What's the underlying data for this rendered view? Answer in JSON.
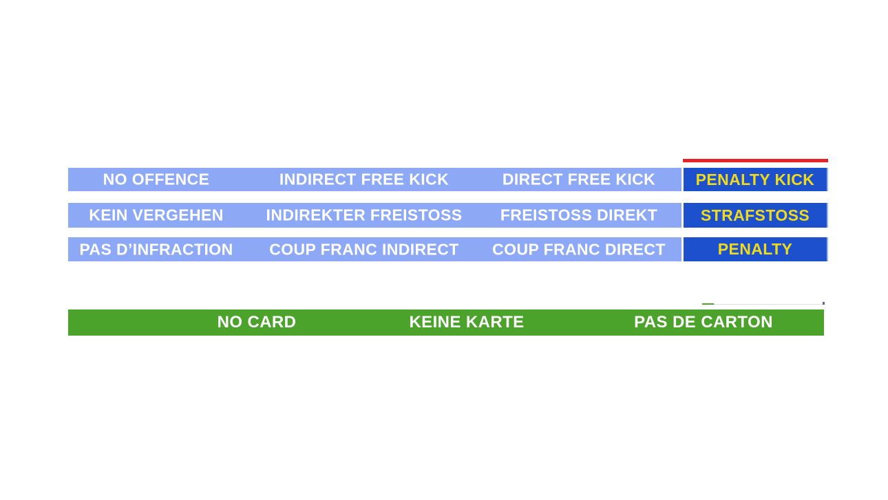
{
  "colors": {
    "light_blue": "#8DA8F5",
    "dark_blue": "#1D50CC",
    "yellow": "#EFDB1E",
    "green": "#4BA32B",
    "red": "#E8222C",
    "text_white": "#FFFFFF"
  },
  "offence_table": {
    "rows": [
      {
        "language": "english",
        "cells": [
          "NO OFFENCE",
          "INDIRECT FREE KICK",
          "DIRECT FREE KICK"
        ],
        "penalty": "PENALTY KICK"
      },
      {
        "language": "german",
        "cells": [
          "KEIN VERGEHEN",
          "INDIREKTER FREISTOSS",
          "FREISTOSS DIREKT"
        ],
        "penalty": "STRAFSTOSS"
      },
      {
        "language": "french",
        "cells": [
          "PAS D’INFRACTION",
          "COUP FRANC INDIRECT",
          "COUP FRANC DIRECT"
        ],
        "penalty": "PENALTY"
      }
    ]
  },
  "card_bar": {
    "labels": [
      "NO CARD",
      "KEINE KARTE",
      "PAS DE CARTON"
    ]
  }
}
